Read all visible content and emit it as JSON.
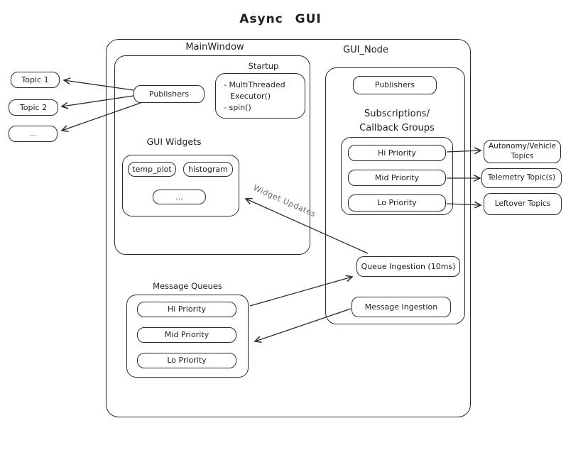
{
  "title": "Async GUI",
  "colors": {
    "stroke": "#2b2b2b",
    "background": "#ffffff",
    "muted_label": "#6b6b6b"
  },
  "left_topics": [
    "Topic 1",
    "Topic 2",
    "..."
  ],
  "main_window": {
    "label": "MainWindow",
    "publishers_label": "Publishers",
    "startup": {
      "label": "Startup",
      "lines": [
        "- MultiThreaded",
        "Executor()",
        "- spin()"
      ]
    },
    "gui_widgets": {
      "label": "GUI Widgets",
      "items": [
        "temp_plot",
        "histogram",
        "..."
      ]
    },
    "message_queues": {
      "label": "Message Queues",
      "items": [
        "Hi Priority",
        "Mid Priority",
        "Lo Priority"
      ]
    }
  },
  "gui_node": {
    "label": "GUI_Node",
    "publishers_label": "Publishers",
    "subscriptions": {
      "label_line1": "Subscriptions/",
      "label_line2": "Callback Groups",
      "items": [
        "Hi Priority",
        "Mid Priority",
        "Lo Priority"
      ]
    },
    "queue_ingestion_label": "Queue Ingestion (10ms)",
    "message_ingestion_label": "Message Ingestion"
  },
  "right_topics": [
    {
      "line1": "Autonomy/Vehicle",
      "line2": "Topics"
    },
    {
      "line1": "Telemetry Topic(s)",
      "line2": ""
    },
    {
      "line1": "Leftover Topics",
      "line2": ""
    }
  ],
  "arrow_label": "Widget Updates"
}
